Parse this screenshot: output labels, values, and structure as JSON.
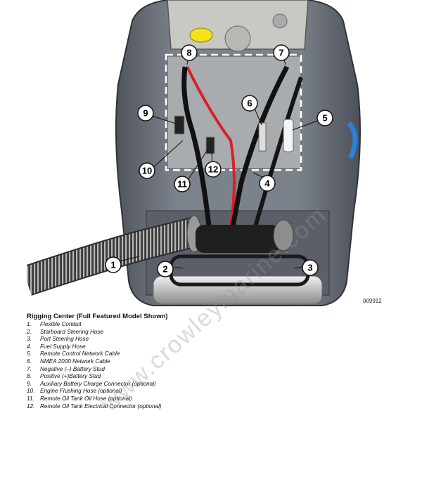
{
  "figure": {
    "code": "009912",
    "callouts": [
      "1",
      "2",
      "3",
      "4",
      "5",
      "6",
      "7",
      "8",
      "9",
      "10",
      "11",
      "12"
    ]
  },
  "caption": {
    "title": "Rigging Center (Full Featured Model Shown)",
    "items": [
      {
        "num": "1.",
        "text": "Flexible Conduit"
      },
      {
        "num": "2.",
        "text": "Starboard Steering Hose"
      },
      {
        "num": "3.",
        "text": "Port Steering Hose"
      },
      {
        "num": "4.",
        "text": "Fuel Supply Hose"
      },
      {
        "num": "5.",
        "text": "Remote Control Network Cable"
      },
      {
        "num": "6.",
        "text": "NMEA 2000 Network Cable"
      },
      {
        "num": "7.",
        "text": "Negative (–) Battery Stud"
      },
      {
        "num": "8.",
        "text": "Positive (+)Battery Stud"
      },
      {
        "num": "9.",
        "text": "Auxiliary Battery Charge Connector (optional)"
      },
      {
        "num": "10.",
        "text": "Engine Flushing Hose (optional)"
      },
      {
        "num": "11.",
        "text": "Remote Oil Tank Oil Hose (optional)"
      },
      {
        "num": "12.",
        "text": "Remote Oil Tank Electrical Connector (optional)"
      }
    ]
  },
  "watermark": "www.crowleymarine.com",
  "colors": {
    "engine_body": "#6e737c",
    "positive_wire": "#d8202a",
    "yellow_cap": "#f2e31a"
  }
}
